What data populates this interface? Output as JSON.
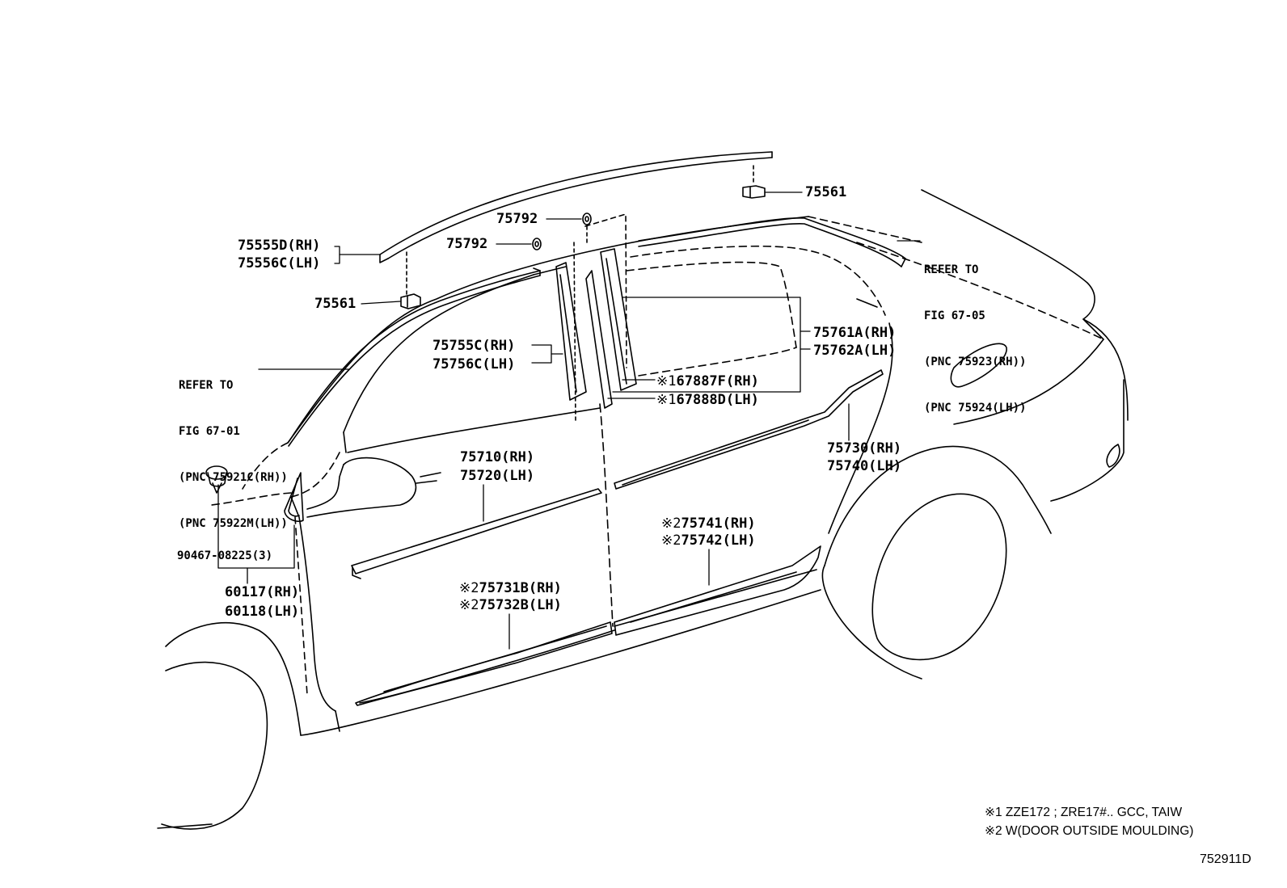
{
  "callouts": {
    "p75561_top": "75561",
    "p75792_a": "75792",
    "p75792_b": "75792",
    "p75555d": "75555D(RH)",
    "p75556c": "75556C(LH)",
    "p75561_left": "75561",
    "p75755c": "75755C(RH)",
    "p75756c": "75756C(LH)",
    "p75761a": "75761A(RH)",
    "p75762a": "75762A(LH)",
    "p67887f": "67887F(RH)",
    "p67888d": "67888D(LH)",
    "p75710": "75710(RH)",
    "p75720": "75720(LH)",
    "p75730": "75730(RH)",
    "p75740": "75740(LH)",
    "p75741": "75741(RH)",
    "p75742": "75742(LH)",
    "p75731b": "75731B(RH)",
    "p75732b": "75732B(LH)",
    "p90467": "90467-08225(3)",
    "p60117": "60117(RH)",
    "p60118": "60118(LH)"
  },
  "marks": {
    "m1": "※1",
    "m2": "※2"
  },
  "refer_rear": {
    "line1": "REFER TO",
    "line2": "FIG 67-05",
    "line3": "(PNC 75923(RH))",
    "line4": "(PNC 75924(LH))"
  },
  "refer_front": {
    "line1": "REFER TO",
    "line2": "FIG 67-01",
    "line3": "(PNC 75921C(RH))",
    "line4": "(PNC 75922M(LH))"
  },
  "notes": {
    "note1": "※1 ZZE172 ; ZRE17#.. GCC, TAIW",
    "note2": "※2 W(DOOR OUTSIDE MOULDING)"
  },
  "figure_id": "752911D"
}
